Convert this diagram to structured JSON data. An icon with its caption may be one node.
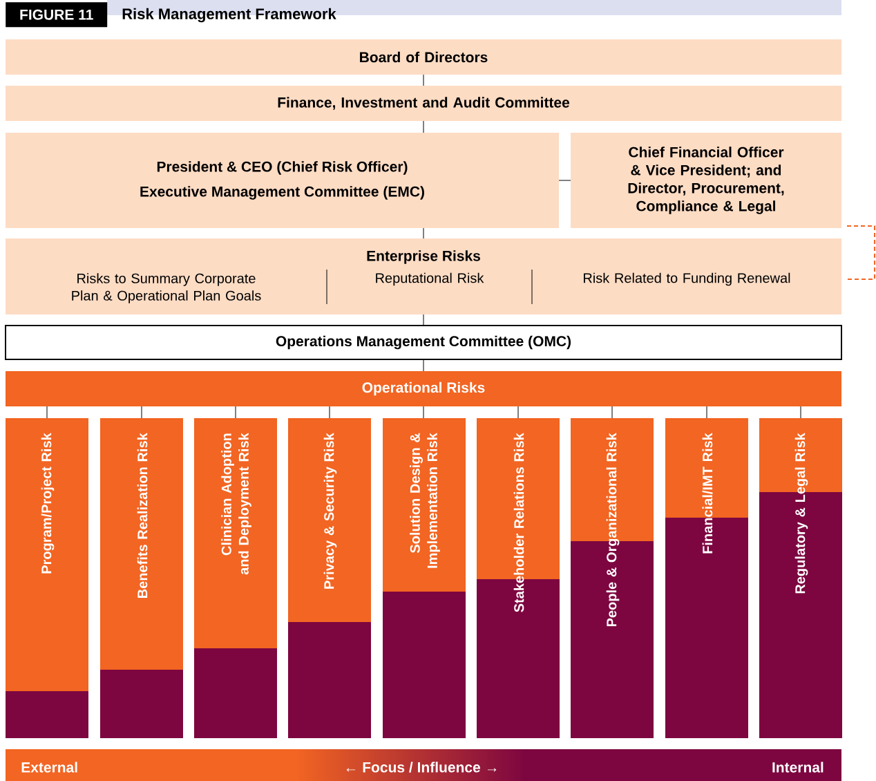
{
  "diagram": {
    "title": "Risk Management Framework",
    "nodes": [
      {
        "text": [
          "Board of Directors"
        ]
      },
      {
        "text": [
          "Finance, Investment and Audit Committee"
        ]
      },
      {
        "text": [
          "President & CEO (Chief Risk Officer)",
          "Executive Management Committee (EMC)"
        ]
      },
      {
        "text": [
          "Chief Financial Officer & Vice President; and Director, Procurement, Compliance & Legal"
        ]
      },
      {
        "text": [
          "Enterprise Risks"
        ]
      },
      {
        "text": [
          "Risks to Summary Corporate Plan & Operational Plan Goals"
        ],
        "in": 4
      },
      {
        "text": [
          "Reputational Risk"
        ],
        "in": 4
      },
      {
        "text": [
          "Risk Related to Funding Renewal"
        ],
        "in": 4
      },
      {
        "text": [
          "Operations Management Committee (OMC)"
        ]
      },
      {
        "text": [
          "Operational Risks"
        ]
      },
      {
        "text": [
          "Program/Project Risk"
        ]
      },
      {
        "text": [
          "Benefits Realization Risk"
        ]
      },
      {
        "text": [
          "Clinician Adoption and Deployment Risk"
        ]
      },
      {
        "text": [
          "Privacy & Security Risk"
        ]
      },
      {
        "text": [
          "Solution Design & Implementation Risk"
        ]
      },
      {
        "text": [
          "Stakeholder Relations Risk"
        ]
      },
      {
        "text": [
          "People & Organizational Risk"
        ]
      },
      {
        "text": [
          "Financial/IMT Risk"
        ]
      },
      {
        "text": [
          "Regulatory & Legal Risk"
        ]
      },
      {
        "text": [
          "External",
          "← Focus / Influence →",
          "Internal"
        ]
      }
    ],
    "edges": [
      {
        "from": 0,
        "to": 1,
        "arrow": "none"
      },
      {
        "from": 1,
        "to": 2,
        "arrow": "none"
      },
      {
        "from": 2,
        "to": 3,
        "arrow": "none"
      },
      {
        "from": 2,
        "to": 4,
        "arrow": "none"
      },
      {
        "from": 3,
        "to": 7,
        "arrow": "none",
        "style": "dashed",
        "color": "#f26522"
      },
      {
        "from": 4,
        "to": 8,
        "arrow": "none"
      },
      {
        "from": 8,
        "to": 9,
        "arrow": "none"
      },
      {
        "from": 9,
        "to": 10,
        "arrow": "none"
      },
      {
        "from": 9,
        "to": 11,
        "arrow": "none"
      },
      {
        "from": 9,
        "to": 12,
        "arrow": "none"
      },
      {
        "from": 9,
        "to": 13,
        "arrow": "none"
      },
      {
        "from": 9,
        "to": 14,
        "arrow": "none"
      },
      {
        "from": 9,
        "to": 15,
        "arrow": "none"
      },
      {
        "from": 9,
        "to": 16,
        "arrow": "none"
      },
      {
        "from": 9,
        "to": 17,
        "arrow": "none"
      },
      {
        "from": 9,
        "to": 18,
        "arrow": "none"
      }
    ],
    "labels": [
      "FIGURE 11"
    ]
  }
}
